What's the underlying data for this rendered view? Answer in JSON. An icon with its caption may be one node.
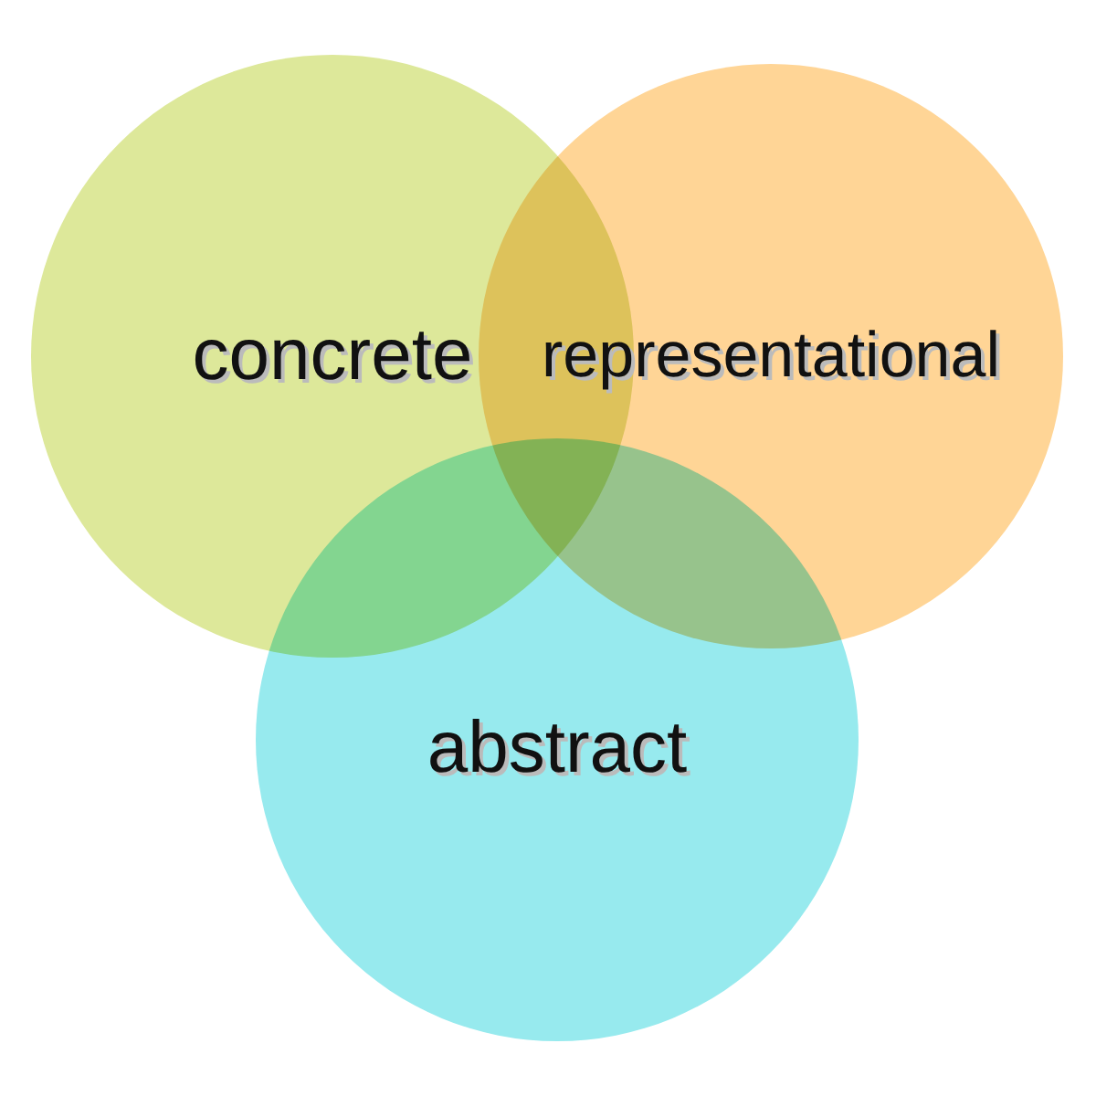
{
  "diagram": {
    "nodes": [
      {
        "text": [
          "concrete"
        ]
      },
      {
        "text": [
          "representational"
        ]
      },
      {
        "text": [
          "abstract"
        ]
      }
    ]
  }
}
